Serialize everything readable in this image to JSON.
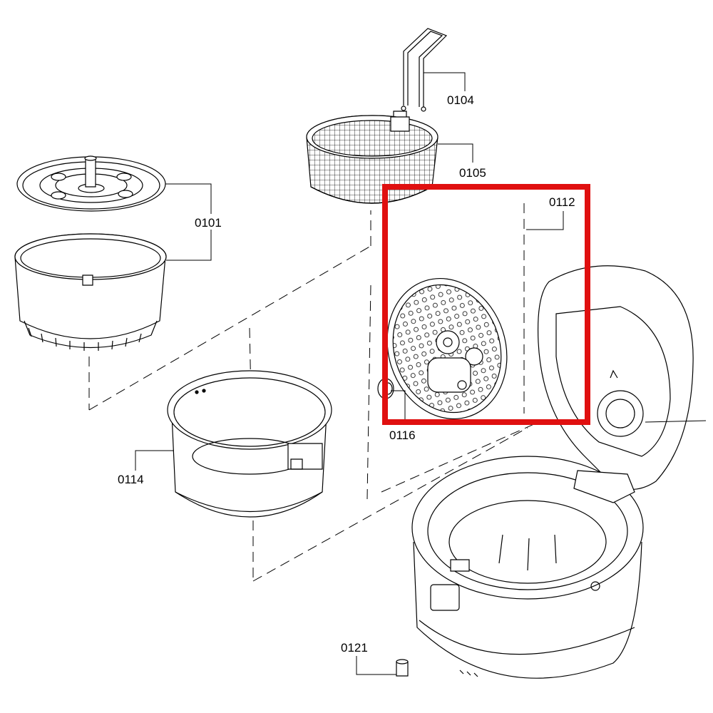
{
  "diagram": {
    "part_labels": {
      "p0101": "0101",
      "p0104": "0104",
      "p0105": "0105",
      "p0112": "0112",
      "p0114": "0114",
      "p0116": "0116",
      "p0121": "0121"
    },
    "highlight": {
      "part": "0112",
      "color": "#e01010"
    },
    "line_color": "#000000"
  }
}
